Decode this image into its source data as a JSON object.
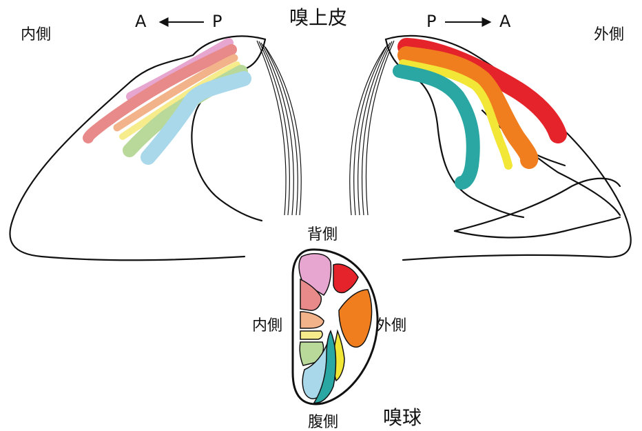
{
  "labels": {
    "olfactory_epithelium": "嗅上皮",
    "olfactory_bulb": "嗅球",
    "medial_left": "内側",
    "lateral_right": "外側",
    "dorsal": "背側",
    "ventral": "腹側",
    "bulb_medial": "内側",
    "bulb_lateral": "外側",
    "left_axis_a": "A",
    "left_axis_p": "P",
    "right_axis_p": "P",
    "right_axis_a": "A"
  },
  "colors": {
    "outline": "#111111",
    "pink": "#e6a6cf",
    "salmon": "#e98a8a",
    "peach": "#f3b38a",
    "pale_yellow": "#f6ec8c",
    "light_green": "#b9d99a",
    "light_blue": "#a8d8ea",
    "red": "#e5232a",
    "orange": "#f07e1e",
    "yellow": "#f2e637",
    "teal": "#2aa7a3"
  }
}
